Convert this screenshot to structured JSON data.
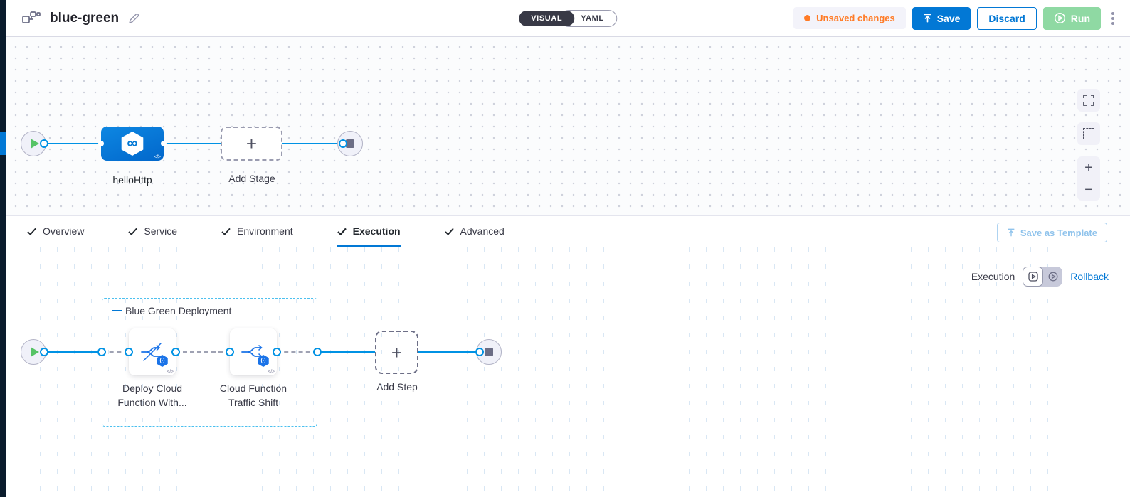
{
  "app": {
    "title": "blue-green"
  },
  "header": {
    "mode_toggle": {
      "visual": "VISUAL",
      "yaml": "YAML"
    },
    "unsaved_changes": "Unsaved changes",
    "save": "Save",
    "discard": "Discard",
    "run": "Run"
  },
  "stage_pipeline": {
    "stage_name": "helloHttp",
    "add_stage": "Add Stage",
    "plus": "+",
    "infinity": "∞"
  },
  "tabs": {
    "items": [
      {
        "label": "Overview"
      },
      {
        "label": "Service"
      },
      {
        "label": "Environment"
      },
      {
        "label": "Execution"
      },
      {
        "label": "Advanced"
      }
    ],
    "active": "Execution",
    "save_as_template": "Save as Template"
  },
  "execution": {
    "mode_label": "Execution",
    "rollback": "Rollback",
    "group_label": "Blue Green Deployment",
    "steps": [
      {
        "label": "Deploy Cloud Function With..."
      },
      {
        "label": "Cloud Function Traffic Shift"
      }
    ],
    "add_step": "Add Step",
    "plus": "+"
  },
  "zoom_controls": {
    "zoom_in": "+",
    "zoom_out": "−"
  },
  "badges": {
    "gcf": "(-)",
    "code": "</>"
  },
  "colors": {
    "accent": "#0278d5",
    "connector": "#0092e4",
    "unsaved_orange": "#ff7b26",
    "run_green": "#8fd9a3",
    "group_border": "#4cc0ef",
    "toggle_dark": "#383946"
  }
}
